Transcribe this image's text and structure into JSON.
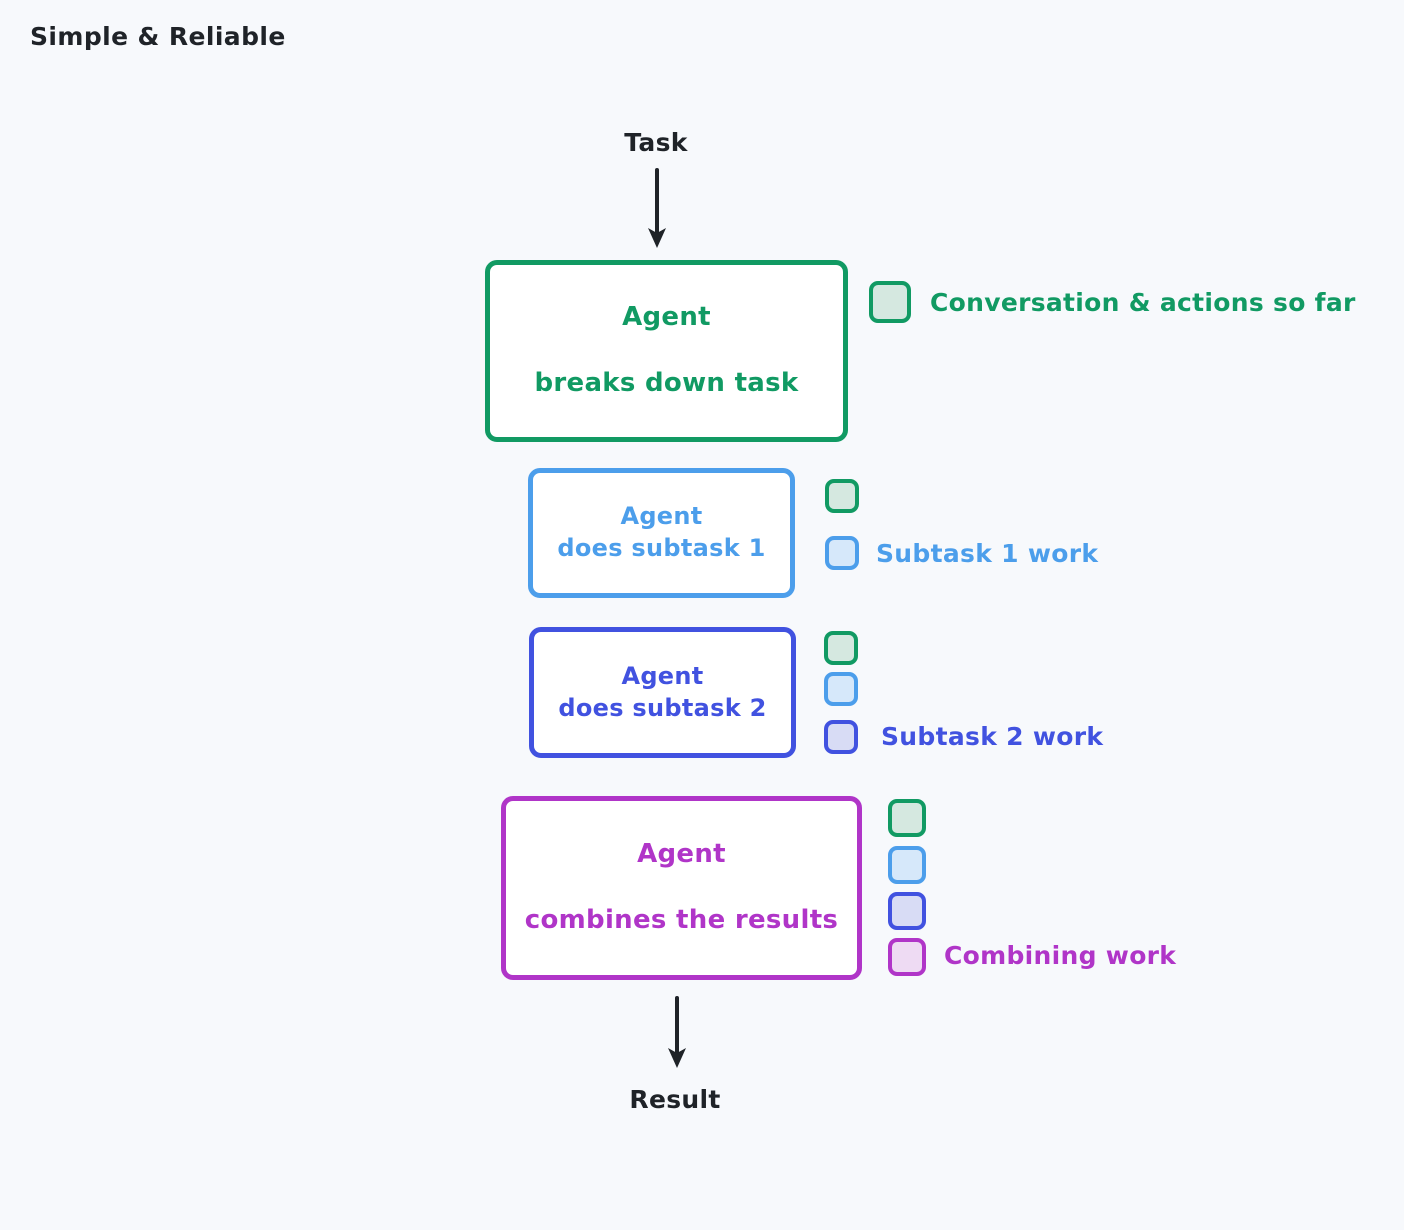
{
  "title": "Simple & Reliable",
  "background_color": "#f7f9fc",
  "text_color": "#1f2328",
  "flow": {
    "input_label": "Task",
    "output_label": "Result"
  },
  "palette": {
    "green_border": "#119a63",
    "green_fill": "#d5e8e0",
    "light_blue_border": "#4c9eeb",
    "light_blue_fill": "#d6e8fa",
    "royal_blue_border": "#4152e0",
    "royal_blue_fill": "#d8dcf5",
    "purple_border": "#b035c8",
    "purple_fill": "#eedbf3"
  },
  "steps": [
    {
      "id": "breakdown",
      "line1": "Agent",
      "line2": "breaks down task",
      "color": "#119a63",
      "legend": "Conversation & actions so far",
      "context_chips": [
        "green"
      ]
    },
    {
      "id": "subtask1",
      "line1": "Agent",
      "line2": "does subtask 1",
      "color": "#4c9eeb",
      "legend": "Subtask 1 work",
      "context_chips": [
        "green",
        "light_blue"
      ]
    },
    {
      "id": "subtask2",
      "line1": "Agent",
      "line2": "does subtask 2",
      "color": "#4152e0",
      "legend": "Subtask 2 work",
      "context_chips": [
        "green",
        "light_blue",
        "royal_blue"
      ]
    },
    {
      "id": "combine",
      "line1": "Agent",
      "line2": "combines the results",
      "color": "#b035c8",
      "legend": "Combining work",
      "context_chips": [
        "green",
        "light_blue",
        "royal_blue",
        "purple"
      ]
    }
  ]
}
